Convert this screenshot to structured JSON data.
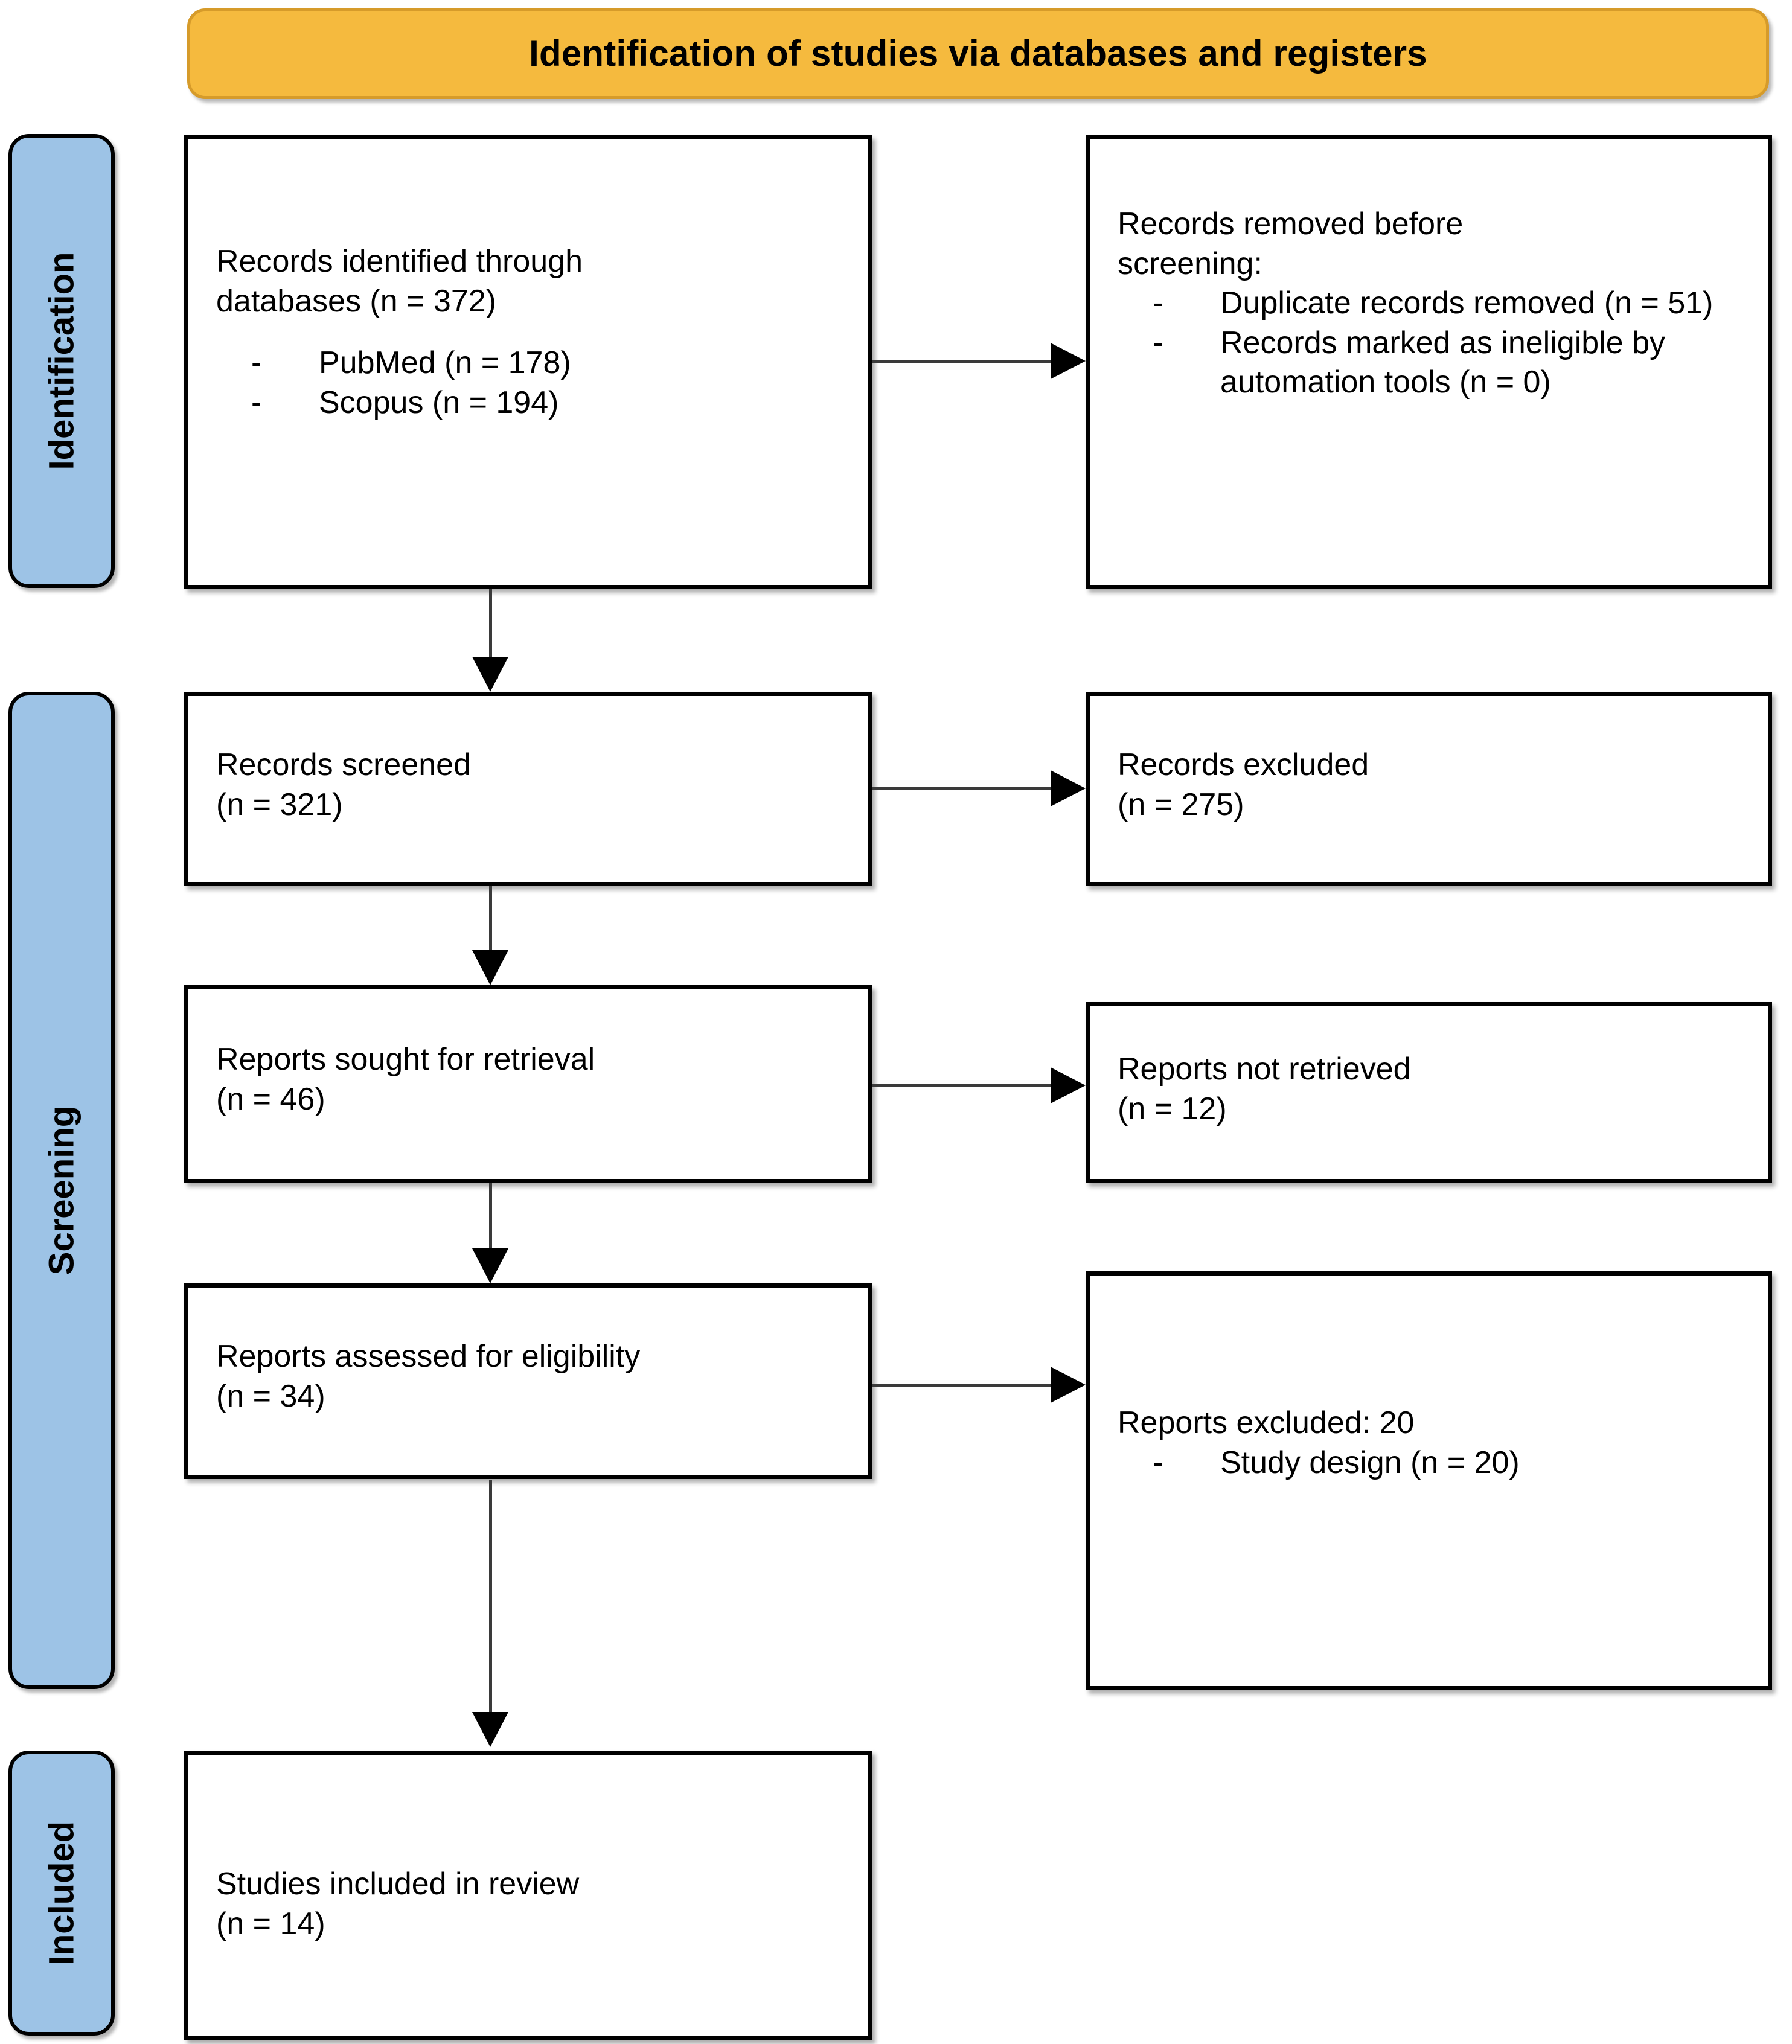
{
  "header": {
    "title": "Identification of studies via databases and registers",
    "bg_color": "#F5BA3E"
  },
  "stages": [
    {
      "key": "identification",
      "label": "Identification",
      "bg_color": "#9DC3E6"
    },
    {
      "key": "screening",
      "label": "Screening",
      "bg_color": "#9DC3E6"
    },
    {
      "key": "included",
      "label": "Included",
      "bg_color": "#9DC3E6"
    }
  ],
  "boxes": {
    "identified": {
      "line1": "Records identified through",
      "line2": "databases (n = 372)",
      "bullets": [
        {
          "dash": "-",
          "text": "PubMed (n = 178)"
        },
        {
          "dash": "-",
          "text": "Scopus (n = 194)"
        }
      ]
    },
    "removed": {
      "line1": "Records removed ",
      "line1_italic": "before",
      "line2_italic": "screening",
      "line2_tail": ":",
      "bullets": [
        {
          "dash": "-",
          "text": "Duplicate records removed (n = 51)"
        },
        {
          "dash": "-",
          "text": "Records marked as ineligible by automation tools (n = 0)"
        }
      ]
    },
    "screened": {
      "line1": "Records screened",
      "line2": "(n = 321)"
    },
    "excluded": {
      "line1": "Records excluded",
      "line2": "(n = 275)"
    },
    "sought": {
      "line1": "Reports sought for retrieval",
      "line2": "(n = 46)"
    },
    "not_retrieved": {
      "line1": "Reports not retrieved",
      "line2": "(n = 12)"
    },
    "assessed": {
      "line1": "Reports assessed for eligibility",
      "line2": "(n = 34)"
    },
    "reports_excluded": {
      "line1": "Reports excluded: 20",
      "bullets": [
        {
          "dash": "-",
          "text": "Study design (n = 20)"
        }
      ]
    },
    "included": {
      "line1": "Studies included in review",
      "line2": "(n = 14)"
    }
  },
  "chart_data": {
    "type": "diagram",
    "title": "Identification of studies via databases and registers",
    "nodes": [
      {
        "id": "identified",
        "stage": "Identification",
        "label": "Records identified through databases",
        "n": 372,
        "sources": [
          {
            "name": "PubMed",
            "n": 178
          },
          {
            "name": "Scopus",
            "n": 194
          }
        ]
      },
      {
        "id": "removed",
        "stage": "Identification",
        "label": "Records removed before screening",
        "items": [
          {
            "name": "Duplicate records removed",
            "n": 51
          },
          {
            "name": "Records marked as ineligible by automation tools",
            "n": 0
          }
        ]
      },
      {
        "id": "screened",
        "stage": "Screening",
        "label": "Records screened",
        "n": 321
      },
      {
        "id": "excluded",
        "stage": "Screening",
        "label": "Records excluded",
        "n": 275
      },
      {
        "id": "sought",
        "stage": "Screening",
        "label": "Reports sought for retrieval",
        "n": 46
      },
      {
        "id": "not_retrieved",
        "stage": "Screening",
        "label": "Reports not retrieved",
        "n": 12
      },
      {
        "id": "assessed",
        "stage": "Screening",
        "label": "Reports assessed for eligibility",
        "n": 34
      },
      {
        "id": "reports_excluded",
        "stage": "Screening",
        "label": "Reports excluded",
        "n": 20,
        "items": [
          {
            "name": "Study design",
            "n": 20
          }
        ]
      },
      {
        "id": "included",
        "stage": "Included",
        "label": "Studies included in review",
        "n": 14
      }
    ],
    "edges": [
      {
        "from": "identified",
        "to": "removed",
        "direction": "right"
      },
      {
        "from": "identified",
        "to": "screened",
        "direction": "down"
      },
      {
        "from": "screened",
        "to": "excluded",
        "direction": "right"
      },
      {
        "from": "screened",
        "to": "sought",
        "direction": "down"
      },
      {
        "from": "sought",
        "to": "not_retrieved",
        "direction": "right"
      },
      {
        "from": "sought",
        "to": "assessed",
        "direction": "down"
      },
      {
        "from": "assessed",
        "to": "reports_excluded",
        "direction": "right"
      },
      {
        "from": "assessed",
        "to": "included",
        "direction": "down"
      }
    ]
  }
}
